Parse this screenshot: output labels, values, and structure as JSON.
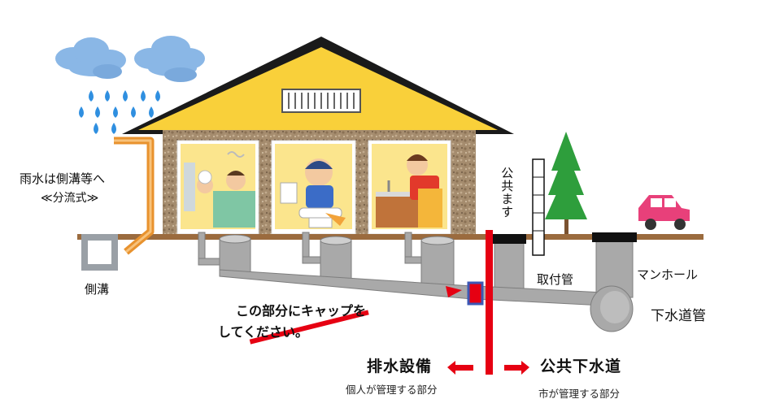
{
  "labels": {
    "rain_title": "雨水は側溝等へ",
    "rain_subtitle": "≪分流式≫",
    "gutter": "側溝",
    "public_masu": "公共ます",
    "lateral_pipe": "取付管",
    "manhole": "マンホール",
    "sewer_main": "下水道管",
    "cap_instruction_line1": "この部分にキャップを",
    "cap_instruction_line2": "してください。",
    "private_side_title": "排水設備",
    "private_side_note": "個人が管理する部分",
    "public_side_title": "公共下水道",
    "public_side_note": "市が管理する部分"
  },
  "colors": {
    "roof": "#f9d03a",
    "wall": "#a58c6e",
    "pipe": "#a9a9a9",
    "ground": "#9b6b3e",
    "downspout": "#e8922e",
    "highlight_red": "#e60012",
    "cap_blue": "#3b57b5",
    "car": "#e8407a",
    "tree": "#2e9e3c",
    "cloud": "#8ab7e6",
    "raindrop": "#2f8fe0"
  },
  "icons": [
    "cloud-icon",
    "raindrop-icon",
    "tree-icon",
    "car-icon",
    "marker-post-icon"
  ]
}
